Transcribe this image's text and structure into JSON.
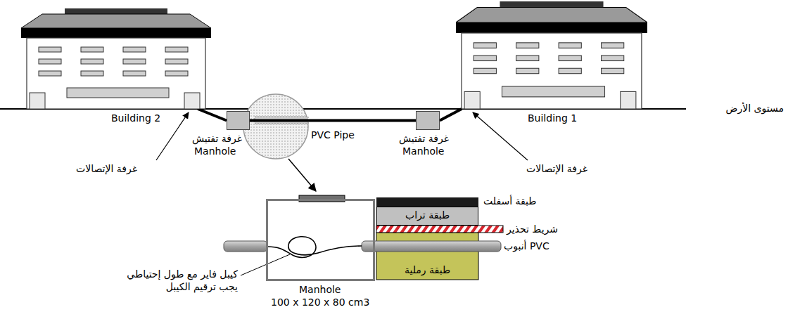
{
  "diagram": {
    "nodes": [
      {
        "text": [
          "Building 2"
        ]
      },
      {
        "text": [
          "غرفة تفتيش",
          "Manhole"
        ]
      },
      {
        "text": [
          "غرفة تفتيش",
          "Manhole"
        ]
      },
      {
        "text": [
          "Building 1"
        ]
      },
      {
        "text": [
          "طبقة أسفلت"
        ]
      },
      {
        "text": [
          "طبقة تراب"
        ]
      },
      {
        "text": [
          "طبقة رملية"
        ]
      },
      {
        "text": [
          "Manhole",
          "100 x 120 x 80 cm3"
        ]
      }
    ],
    "edges": [
      {
        "from": 0,
        "to": 1,
        "arrow": "none"
      },
      {
        "from": 1,
        "to": 2,
        "label": "PVC Pipe",
        "arrow": "none"
      },
      {
        "from": 2,
        "to": 3,
        "arrow": "none"
      }
    ],
    "labels": [
      "مستوى الأرض",
      "غرفة الإتصالات",
      "غرفة الإتصالات",
      "شريط تحذير",
      "أنبوب PVC",
      "كيبل فاير مع طول إحتياطي",
      "يجب ترقيم الكيبل"
    ]
  }
}
